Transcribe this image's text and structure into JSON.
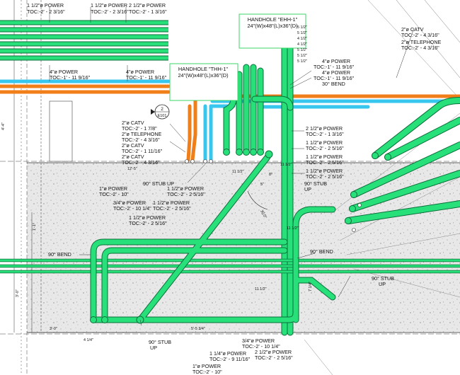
{
  "colors": {
    "power_conduit": "#28e07a",
    "power_conduit_edge": "#0a6f3a",
    "telephone_conduit": "#f07f1a",
    "catv_conduit": "#36c6ee",
    "concrete_fill": "#e9e9e9",
    "linework": "#333333",
    "handhole_outline": "#3fd66a"
  },
  "handholes": [
    {
      "id": "ehh1",
      "name": "HANDHOLE \"EHH-1\"",
      "size": "24\"(W)x48\"(L)x36\"(D)"
    },
    {
      "id": "thh1",
      "name": "HANDHOLE \"THH-1\"",
      "size": "24\"(W)x48\"(L)x36\"(D)"
    }
  ],
  "section_marker": {
    "number": "2",
    "sheet": "E101"
  },
  "labels": {
    "top_left": [
      {
        "title": "1 1/2\"ø POWER",
        "toc": "TOC:-2' - 2 3/16\""
      },
      {
        "title": "1 1/2\"ø POWER",
        "toc": "TOC:-2' - 2 3/16\""
      },
      {
        "title": "2 1/2\"ø POWER",
        "toc": "TOC:-2' - 1 3/16\""
      }
    ],
    "mid_left": [
      {
        "title": "4\"ø POWER",
        "toc": "TOC:-1' - 11 9/16\""
      },
      {
        "title": "4\"ø POWER",
        "toc": "TOC:-1' - 11 9/16\""
      }
    ],
    "telecom_left": [
      "2\"ø CATV",
      "TOC:-2' - 1 7/8\"",
      "2\"ø TELEPHONE",
      "TOC:-2' - 4 3/16\"",
      "2\"ø CATV",
      "TOC:-2' - 1 11/16\"",
      "2\"ø CATV",
      "TOC:-2' - 4 3/16\""
    ],
    "right_power": [
      "4\"ø POWER",
      "TOC:-1' - 11 9/16\"",
      "4\"ø POWER",
      "TOC:-1' - 11 9/16\"",
      "30° BEND"
    ],
    "top_right": [
      "2\"ø CATV",
      "TOC:-2' - 4 3/16\"",
      "2\"ø TELEPHONE",
      "TOC:-2' - 4 3/16\""
    ],
    "right_stack": [
      "2 1/2\"ø POWER",
      "TOC:-2' - 1 3/16\"",
      "1 1/2\"ø POWER",
      "TOC:-2' - 2 5/16\"",
      "1 1/2\"ø POWER",
      "TOC:-2' - 2 5/16\"",
      "1 1/2\"ø POWER",
      "TOC:-2' - 2 5/16\"",
      "90° STUB",
      "UP"
    ],
    "center_left": [
      "1\"ø POWER",
      "TOC:-2' - 10\"",
      "1 1/2\"ø POWER",
      "TOC:-2' - 2 5/16\"",
      "3/4\"ø POWER",
      "TOC:-2' - 10 1/4\"",
      "1 1/2\"ø POWER",
      "TOC:-2' - 2 5/16\"",
      "1 1/2\"ø POWER",
      "TOC:-2' - 2 5/16\""
    ],
    "stub_up_left": "90° STUB UP",
    "bend_left": "90° BEND",
    "bend_right": "90° BEND",
    "stub_up_right": [
      "90° STUB",
      "UP"
    ],
    "stub_up_bottom": [
      "90° STUB",
      "UP"
    ],
    "bottom": [
      "3/4\"ø POWER",
      "TOC:-2' - 10 1/4\"",
      "1 1/4\"ø POWER",
      "TOC:-2' - 9 11/16\"",
      "2 1/2\"ø POWER",
      "TOC:-2' - 2 5/16\"",
      "1\"ø POWER",
      "TOC:-2' - 10\""
    ]
  },
  "dimensions": [
    "5 1/2\"",
    "5 1/2\"",
    "4 1/2\"",
    "4 1/2\"",
    "5 1/2\"",
    "5 1/2\"",
    "5 1/2\"",
    "4'-4\"",
    "12'-5\"",
    "3'-0\"",
    "4 1/4\"",
    "5'-5 3/4\"",
    "30.0°",
    "11 1/2\"",
    "8\"",
    "3'-0\"",
    "1'-1\"",
    "5\"",
    "11 1/2\"",
    "11 1/2\"",
    "11 1/2\"",
    "7 1/4\""
  ]
}
